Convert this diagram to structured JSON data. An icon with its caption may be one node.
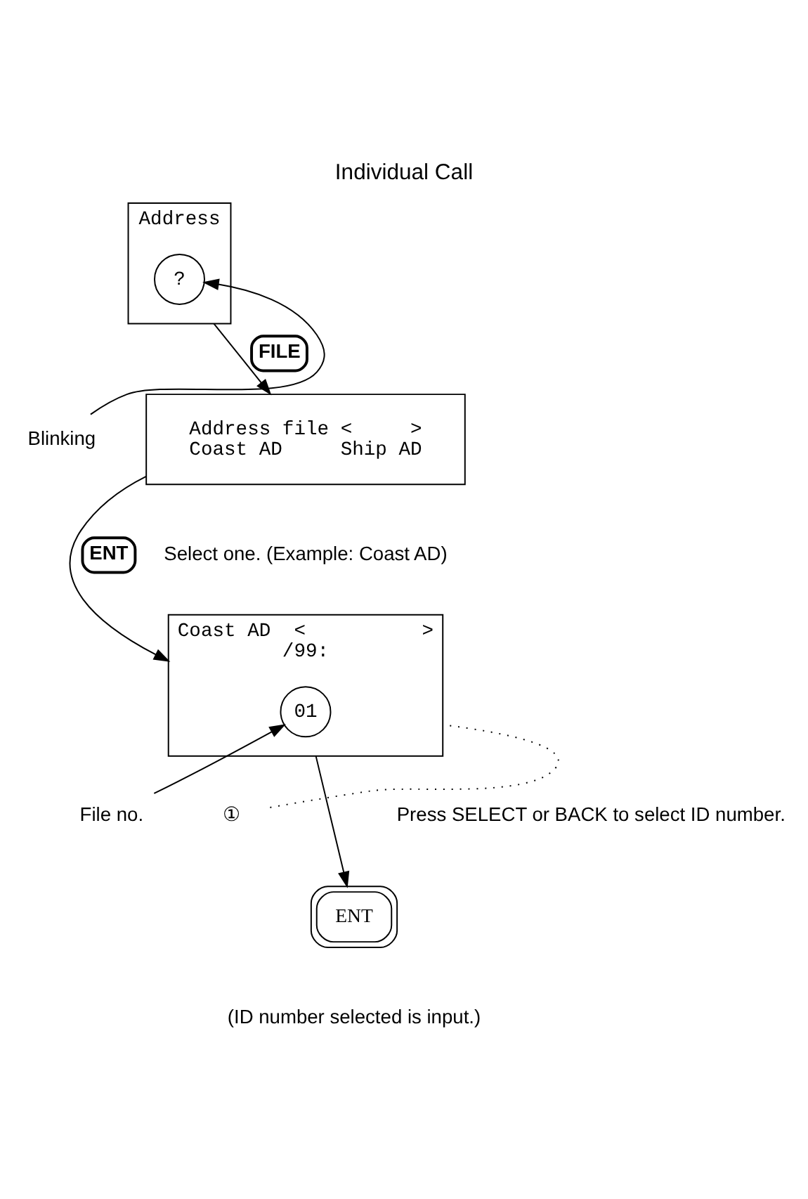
{
  "diagram": {
    "title": "Individual Call",
    "nodes": [
      {
        "text": [
          "Address"
        ]
      },
      {
        "text": [
          "?"
        ],
        "in": 0
      },
      {
        "text": [
          "Blinking"
        ]
      },
      {
        "text": [
          "Address file <     >",
          "Coast AD     Ship AD"
        ],
        "beside": [
          "Select one. (Example: Coast AD)"
        ]
      },
      {
        "text": [
          "Coast AD  <          >",
          "/99:"
        ]
      },
      {
        "text": [
          "01"
        ],
        "in": 4
      },
      {
        "text": [
          "File no."
        ]
      },
      {
        "text": [
          "①"
        ]
      },
      {
        "text": [
          "ENT"
        ],
        "beside": [
          "(ID number selected is input.)"
        ]
      }
    ],
    "edges": [
      {
        "from": 2,
        "to": 1,
        "arrow": "to"
      },
      {
        "from": 0,
        "to": 3,
        "arrow": "to",
        "label": "FILE"
      },
      {
        "from": 3,
        "to": 4,
        "arrow": "to",
        "label": "ENT"
      },
      {
        "from": 6,
        "to": 5,
        "arrow": "to"
      },
      {
        "from": 7,
        "to": 4,
        "arrow": "none",
        "style": "dashed"
      },
      {
        "from": 4,
        "to": 8,
        "arrow": "to"
      }
    ],
    "labels": [
      "Press SELECT or BACK to select ID number."
    ]
  }
}
